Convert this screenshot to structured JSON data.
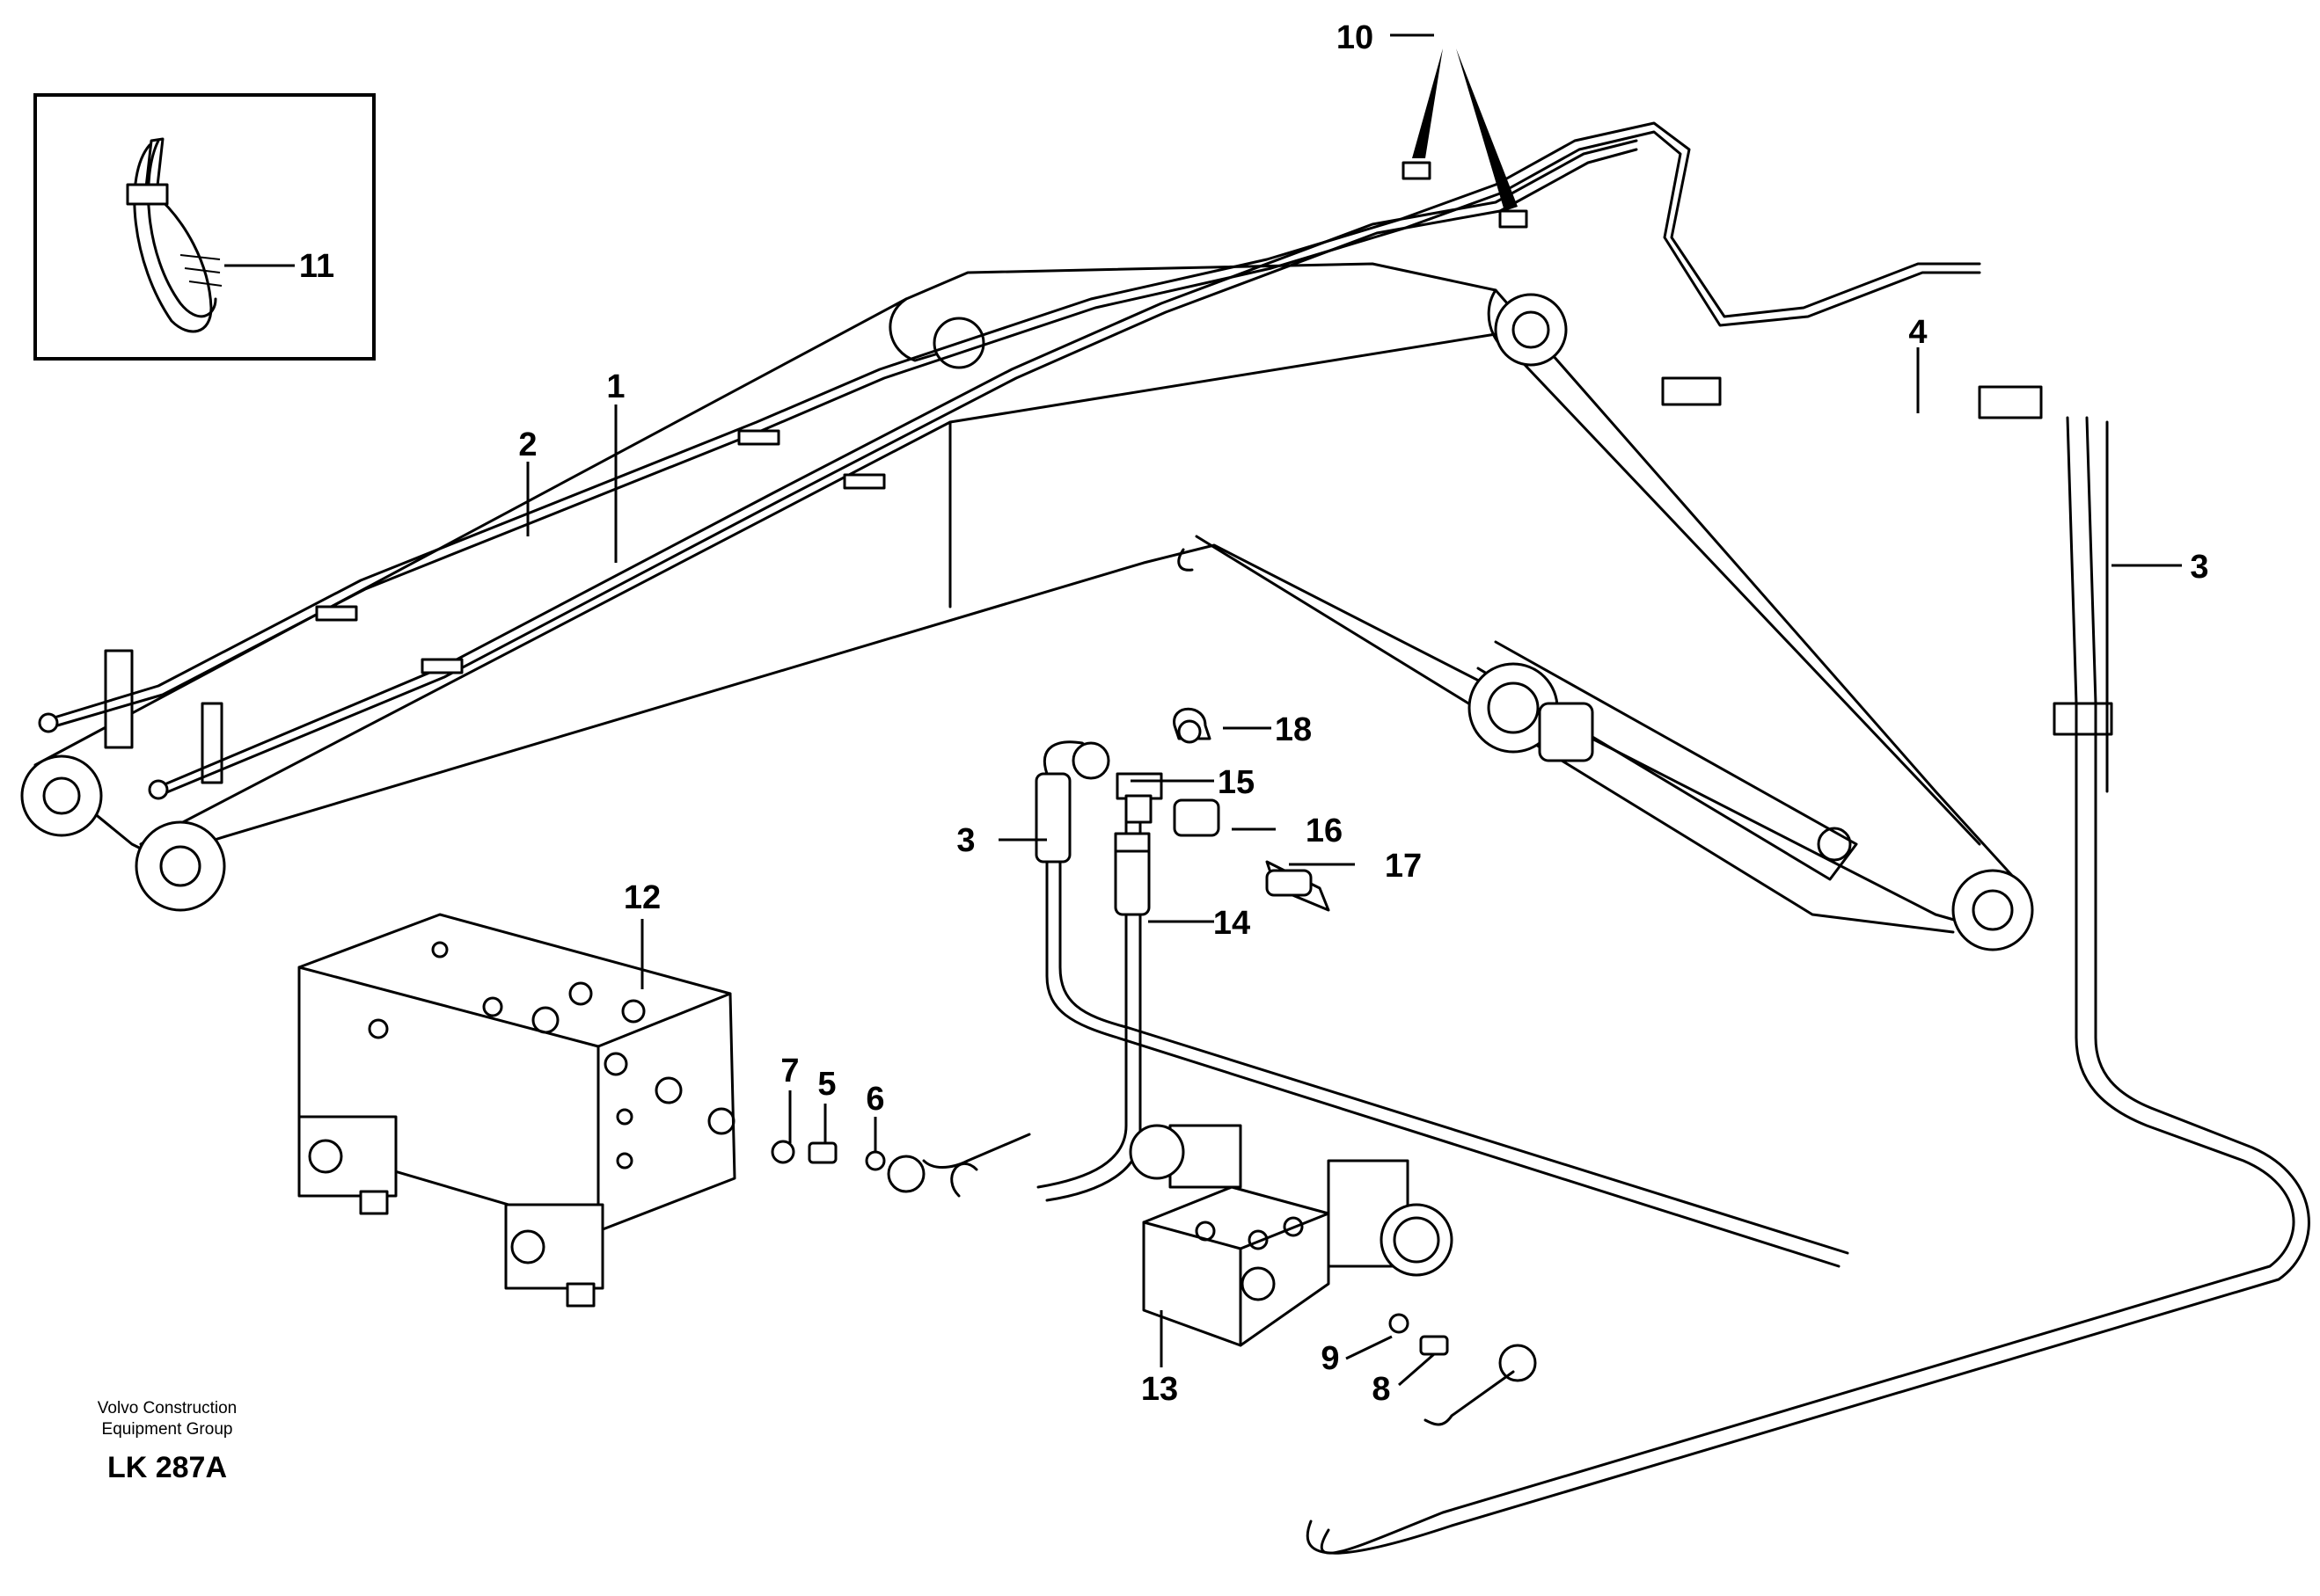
{
  "callouts": {
    "c1": "1",
    "c2": "2",
    "c3a": "3",
    "c3b": "3",
    "c4": "4",
    "c5": "5",
    "c6": "6",
    "c7": "7",
    "c8": "8",
    "c9": "9",
    "c10": "10",
    "c11": "11",
    "c12": "12",
    "c13": "13",
    "c14": "14",
    "c15": "15",
    "c16": "16",
    "c17": "17",
    "c18": "18"
  },
  "caption": {
    "company_line1": "Volvo Construction",
    "company_line2": "Equipment Group",
    "code": "LK 287A"
  }
}
